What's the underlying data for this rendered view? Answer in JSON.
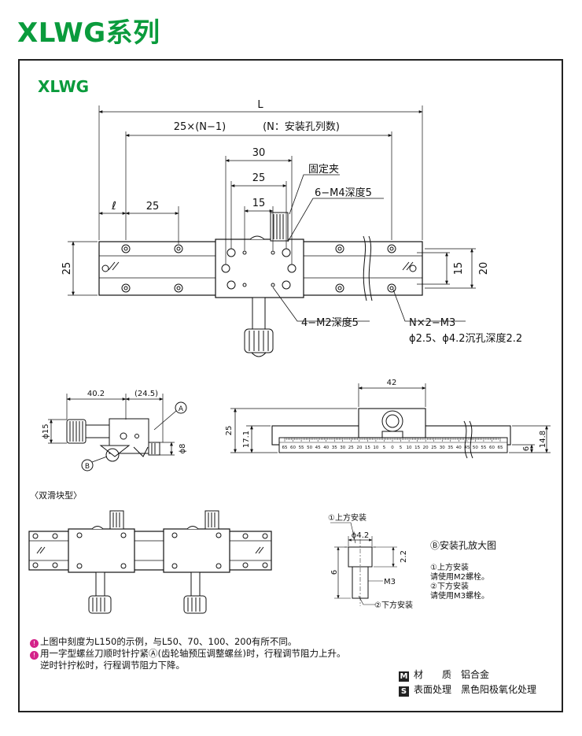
{
  "title": "XLWG系列",
  "subtitle": "XLWG",
  "top_view": {
    "dim_L": "L",
    "dim_pitch": "25×(N−1)",
    "dim_pitch_note": "(N：安装孔列数)",
    "dim_30": "30",
    "dim_25_inner": "25",
    "dim_15_inner": "15",
    "dim_ell": "ℓ",
    "dim_25_left": "25",
    "dim_height_25": "25",
    "dim_15_right": "15",
    "dim_20_right": "20",
    "label_clamp": "固定夹",
    "label_m4": "6−M4深度5",
    "label_m2": "4−M2深度5",
    "label_nx": "N×2−M3",
    "label_counterbore": "ϕ2.5、ϕ4.2沉孔深度2.2"
  },
  "side_view": {
    "dim_40_2": "40.2",
    "dim_24_5": "(24.5)",
    "dim_phi15": "ϕ15",
    "dim_phi8": "ϕ8",
    "marker_a": "A",
    "marker_b": "B"
  },
  "front_view": {
    "dim_42": "42",
    "dim_25": "25",
    "dim_17_1": "17.1",
    "dim_6": "6",
    "dim_14_8": "14.8",
    "scale_ticks": [
      "65",
      "60",
      "55",
      "50",
      "45",
      "40",
      "35",
      "30",
      "25",
      "20",
      "15",
      "10",
      "5",
      "0",
      "5",
      "10",
      "15",
      "20",
      "25",
      "30",
      "35",
      "40",
      "45",
      "50",
      "55",
      "60",
      "65"
    ]
  },
  "double_slide": {
    "label": "〈双滑块型〉"
  },
  "detail_b": {
    "label_top": "①上方安装",
    "label_bottom": "②下方安装",
    "dim_phi42": "ϕ4.2",
    "dim_2_2": "2.2",
    "dim_6": "6",
    "dim_m3": "M3",
    "title": "Ⓑ安装孔放大图",
    "note1": "①上方安装",
    "note2": "请使用M2螺栓。",
    "note3": "②下方安装",
    "note4": "请使用M3螺栓。"
  },
  "notes": {
    "n1": "上图中刻度为L150的示例，与L50、70、100、200有所不同。",
    "n2": "用一字型螺丝刀顺时针拧紧Ⓐ(齿轮轴预压调整螺丝)时，行程调节阻力上升。",
    "n3": "逆时针拧松时，行程调节阻力下降。"
  },
  "specs": {
    "material_tag": "M",
    "material_label": "材　　质",
    "material_value": "铝合金",
    "surface_tag": "S",
    "surface_label": "表面处理",
    "surface_value": "黑色阳极氧化处理"
  }
}
